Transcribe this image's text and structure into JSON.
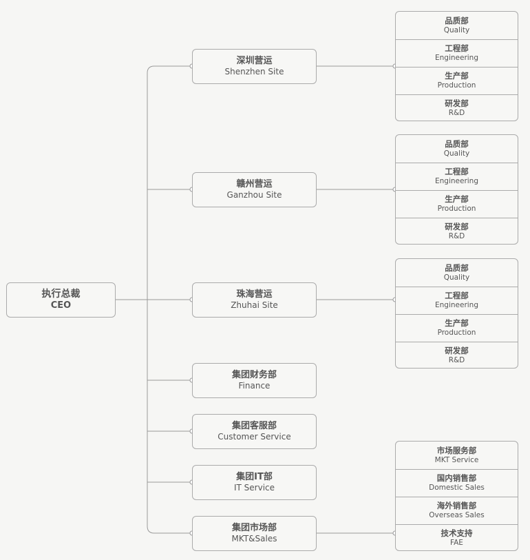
{
  "ceo": {
    "zh": "执行总裁",
    "en": "CEO"
  },
  "branches": [
    {
      "zh": "深圳营运",
      "en": "Shenzhen Site",
      "depts": [
        {
          "zh": "品质部",
          "en": "Quality"
        },
        {
          "zh": "工程部",
          "en": "Engineering"
        },
        {
          "zh": "生产部",
          "en": "Production"
        },
        {
          "zh": "研发部",
          "en": "R&D"
        }
      ]
    },
    {
      "zh": "赣州营运",
      "en": "Ganzhou Site",
      "depts": [
        {
          "zh": "品质部",
          "en": "Quality"
        },
        {
          "zh": "工程部",
          "en": "Engineering"
        },
        {
          "zh": "生产部",
          "en": "Production"
        },
        {
          "zh": "研发部",
          "en": "R&D"
        }
      ]
    },
    {
      "zh": "珠海营运",
      "en": "Zhuhai Site",
      "depts": [
        {
          "zh": "品质部",
          "en": "Quality"
        },
        {
          "zh": "工程部",
          "en": "Engineering"
        },
        {
          "zh": "生产部",
          "en": "Production"
        },
        {
          "zh": "研发部",
          "en": "R&D"
        }
      ]
    },
    {
      "zh": "集团财务部",
      "en": "Finance",
      "depts": []
    },
    {
      "zh": "集团客服部",
      "en": "Customer Service",
      "depts": []
    },
    {
      "zh": "集团IT部",
      "en": "IT Service",
      "depts": []
    },
    {
      "zh": "集团市场部",
      "en": "MKT&Sales",
      "depts": [
        {
          "zh": "市场服务部",
          "en": "MKT Service"
        },
        {
          "zh": "国内销售部",
          "en": "Domestic Sales"
        },
        {
          "zh": "海外销售部",
          "en": "Overseas Sales"
        },
        {
          "zh": "技术支持",
          "en": "FAE"
        }
      ]
    }
  ],
  "colors": {
    "line": "#999999",
    "border": "#aaaaaa",
    "background": "#f6f6f4",
    "text": "#555555"
  }
}
